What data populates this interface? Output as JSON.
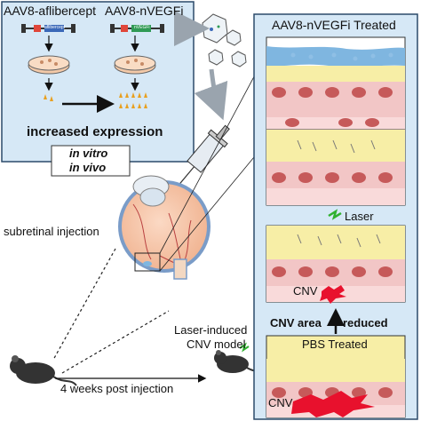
{
  "figure": {
    "vectors": {
      "aflibercept_label": "AAV8-aflibercept",
      "nvegfi_label": "AAV8-nVEGFi",
      "plasmid_aflibercept_text": "aflibercept",
      "plasmid_nvegfi_text": "nVEGFi"
    },
    "expression": {
      "result": "increased expression",
      "in_vitro": "in vitro",
      "in_vivo": "in vivo"
    },
    "procedure": {
      "injection": "subretinal injection",
      "timeline": "4 weeks post injection",
      "model_line1": "Laser-induced",
      "model_line2": "CNV model"
    },
    "panels": {
      "treated_title": "AAV8-nVEGFi Treated",
      "laser": "Laser",
      "cnv": "CNV",
      "result_left": "CNV area",
      "result_right": "reduced",
      "control_title": "PBS Treated"
    },
    "colors": {
      "box_fill": "#d6e8f6",
      "box_border": "#2b4a6a",
      "yellow_layer": "#f7eea6",
      "pink_layer": "#f2c6c6",
      "nuclei": "#c65a5a",
      "blue_layer": "#7fb6e0",
      "cnv_red": "#e8112d",
      "laser_green": "#2fb12f"
    }
  }
}
